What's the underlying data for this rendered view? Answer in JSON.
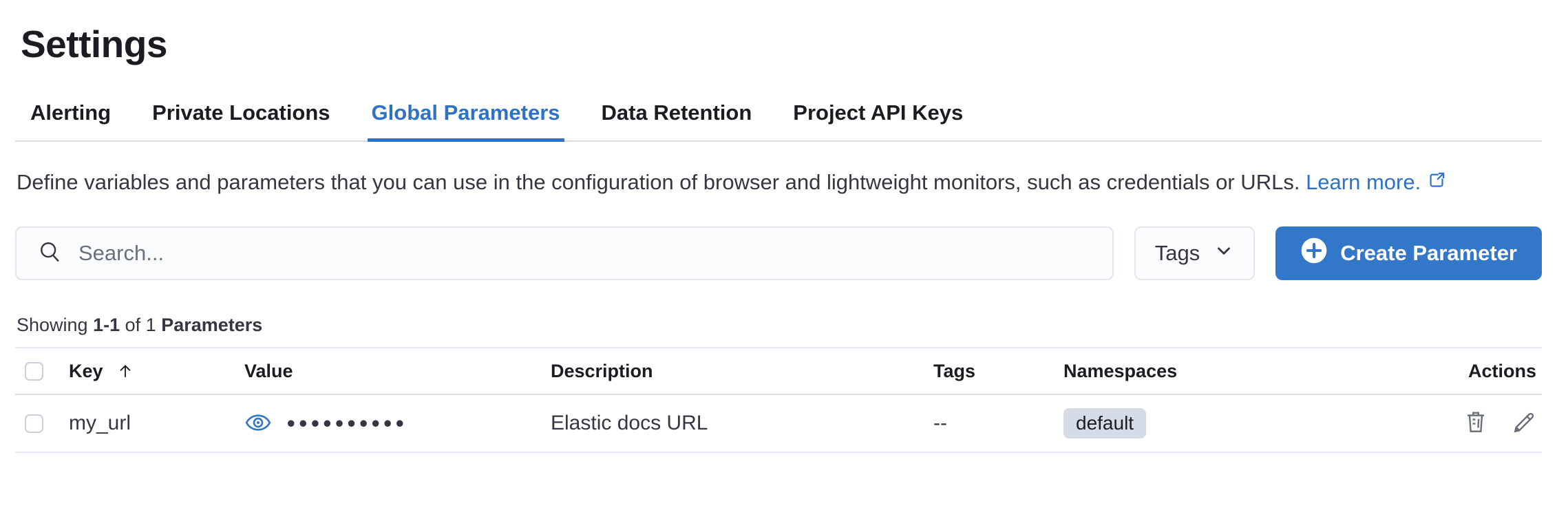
{
  "page": {
    "title": "Settings"
  },
  "tabs": [
    {
      "label": "Alerting",
      "active": false
    },
    {
      "label": "Private Locations",
      "active": false
    },
    {
      "label": "Global Parameters",
      "active": true
    },
    {
      "label": "Data Retention",
      "active": false
    },
    {
      "label": "Project API Keys",
      "active": false
    }
  ],
  "intro": {
    "text": "Define variables and parameters that you can use in the configuration of browser and lightweight monitors, such as credentials or URLs.",
    "link_label": "Learn more."
  },
  "toolbar": {
    "search_placeholder": "Search...",
    "tags_filter_label": "Tags",
    "create_button_label": "Create Parameter"
  },
  "summary": {
    "showing_label": "Showing",
    "range": "1-1",
    "of_label": "of 1",
    "entity_label": "Parameters"
  },
  "table": {
    "headers": {
      "key": "Key",
      "value": "Value",
      "description": "Description",
      "tags": "Tags",
      "namespaces": "Namespaces",
      "actions": "Actions"
    },
    "sort": {
      "column": "Key",
      "direction": "ascending"
    },
    "rows": [
      {
        "key": "my_url",
        "masked_value": "••••••••••",
        "description": "Elastic docs URL",
        "tags": "--",
        "namespace": "default"
      }
    ]
  },
  "icons": {
    "search": "magnifier",
    "tags_chevron": "chevron-down",
    "create": "plus-in-circle",
    "learn_more": "external-link",
    "value_reveal": "eye",
    "row_actions": [
      "trash",
      "pencil"
    ]
  },
  "colors": {
    "primary": "#3377C8",
    "active_tab": "#2E72C6",
    "title_text": "#1A1C21",
    "body_text": "#343741",
    "border": "#D8DCE6",
    "badge_bg": "#D5DBE7",
    "icon_gray": "#6A7079"
  }
}
